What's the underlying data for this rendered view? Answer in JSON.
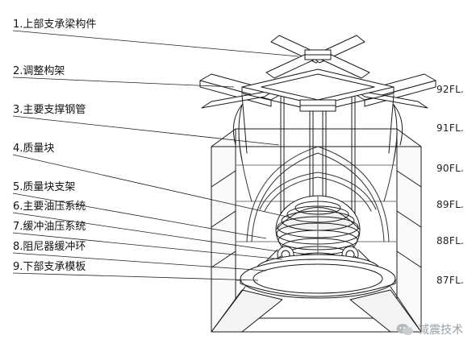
{
  "labels": [
    "1.上部支承梁构件",
    "2.调整构架",
    "3.主要支撑钢管",
    "4.质量块",
    "5.质量块支架",
    "6.主要油压系统",
    "7.缓冲油压系统",
    "8.阻尼器缓冲环",
    "9.下部支承模板"
  ],
  "floors": [
    "92FL.",
    "91FL.",
    "90FL.",
    "89FL.",
    "88FL.",
    "87FL."
  ],
  "watermark": {
    "text": "减震技术",
    "icon": "wechat-icon"
  }
}
